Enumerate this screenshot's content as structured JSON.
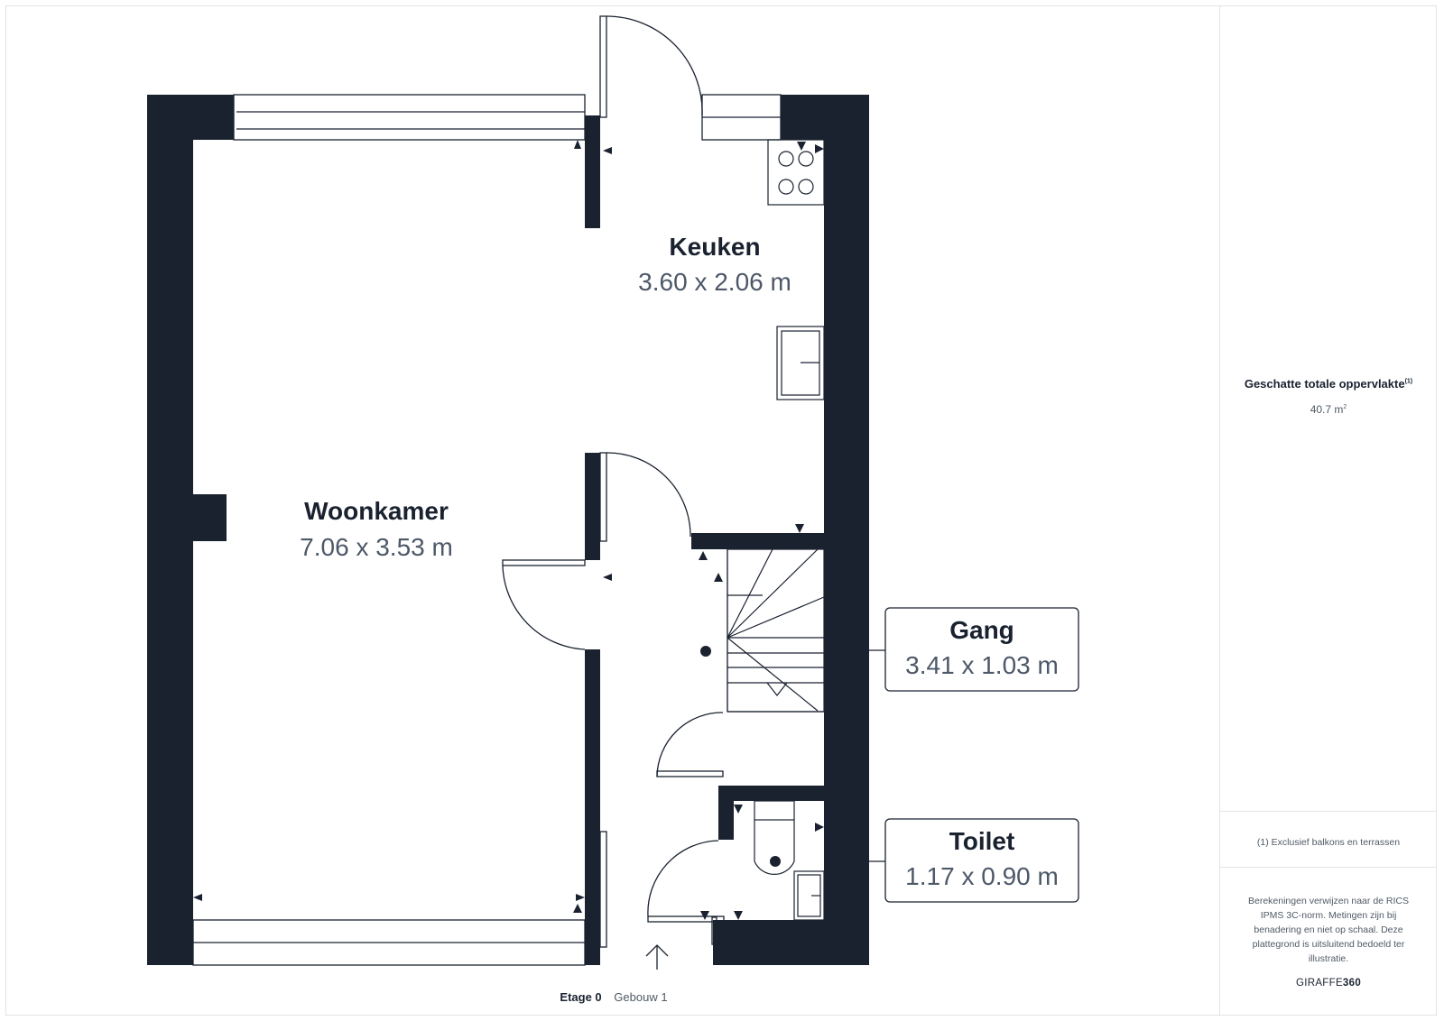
{
  "rooms": {
    "keuken": {
      "name": "Keuken",
      "dims": "3.60 x 2.06 m"
    },
    "woonkamer": {
      "name": "Woonkamer",
      "dims": "7.06 x 3.53 m"
    },
    "gang": {
      "name": "Gang",
      "dims": "3.41 x 1.03 m"
    },
    "toilet": {
      "name": "Toilet",
      "dims": "1.17 x 0.90 m"
    }
  },
  "floor": {
    "level": "Etage 0",
    "building": "Gebouw 1"
  },
  "sidebar": {
    "area_title": "Geschatte totale oppervlakte",
    "area_title_note": "(1)",
    "area_value": "40.7 m",
    "area_unit_sup": "2",
    "footnote": "(1) Exclusief balkons en terrassen",
    "disclaimer": "Berekeningen verwijzen naar de RICS IPMS 3C-norm. Metingen zijn bij benadering en niet op schaal. Deze plattegrond is uitsluitend bedoeld ter illustratie.",
    "brand_main": "GIRAFFE",
    "brand_num": "360"
  },
  "colors": {
    "wall": "#1a2230",
    "text_dim": "#4d5868",
    "line": "#1a2230"
  }
}
